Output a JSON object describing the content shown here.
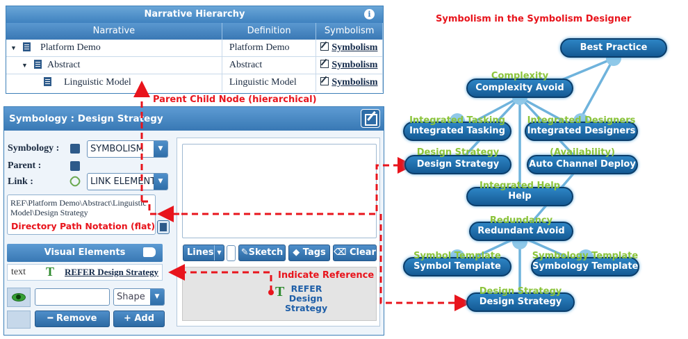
{
  "diagram_title": "Symbolism in the Symbolism Designer",
  "hierarchy": {
    "title": "Narrative Hierarchy",
    "info_icon": "info-icon",
    "columns": [
      "Narrative",
      "Definition",
      "Symbolism"
    ],
    "rows": [
      {
        "narrative": "Platform Demo",
        "definition": "Platform Demo",
        "symbolism": "Symbolism",
        "level": 0
      },
      {
        "narrative": "Abstract",
        "definition": "Abstract",
        "symbolism": "Symbolism",
        "level": 1
      },
      {
        "narrative": "Linguistic Model",
        "definition": "Linguistic Model",
        "symbolism": "Symbolism",
        "level": 2
      }
    ]
  },
  "symbology": {
    "title": "Symbology : Design Strategy",
    "symbology_label": "Symbology :",
    "symbology_value": "SYMBOLISM",
    "parent_label": "Parent :",
    "link_label": "Link :",
    "link_value": "LINK ELEMENT",
    "path_line1": "REF\\Platform Demo\\Abstract\\Linguistic",
    "path_line2": "Model\\Design Strategy"
  },
  "visual_elements": {
    "title": "Visual Elements",
    "row_type": "text",
    "row_icon": "T",
    "row_value": "REFER Design Strategy",
    "shape_placeholder": "Shape",
    "remove_label": "Remove",
    "add_label": "Add"
  },
  "toolbar": {
    "lines_label": "Lines",
    "sketch_label": "Sketch",
    "tags_label": "Tags",
    "clear_label": "Clear"
  },
  "preview": {
    "icon": "T",
    "line1": "REFER",
    "line2": "Design",
    "line3": "Strategy"
  },
  "annotations": {
    "parent_child": "Parent Child Node (hierarchical)",
    "directory_path": "Directory Path Notation (flat)",
    "indicate_reference": "Indicate Reference"
  },
  "graph": {
    "nodes": [
      {
        "id": "best",
        "label": "Best Practice",
        "overlay": ""
      },
      {
        "id": "complexity",
        "label": "Complexity Avoid",
        "overlay": "Complexity"
      },
      {
        "id": "tasking",
        "label": "Integrated Tasking",
        "overlay": "Integrated Tasking"
      },
      {
        "id": "designers",
        "label": "Integrated Designers",
        "overlay": "Integrated Designers"
      },
      {
        "id": "ds1",
        "label": "Design Strategy",
        "overlay": "Design Strategy"
      },
      {
        "id": "acd",
        "label": "Auto Channel Deploy",
        "overlay": "(Availability)"
      },
      {
        "id": "help",
        "label": "Help",
        "overlay": "Integrated Help"
      },
      {
        "id": "redundant",
        "label": "Redundant Avoid",
        "overlay": "Redundancy"
      },
      {
        "id": "symt",
        "label": "Symbol Template",
        "overlay": "Symbol Template"
      },
      {
        "id": "symyt",
        "label": "Symbology Template",
        "overlay": "Symbology Template"
      },
      {
        "id": "ds2",
        "label": "Design Strategy",
        "overlay": "Design Strategy"
      }
    ]
  },
  "colors": {
    "node_fill": "#1f6fae",
    "edge": "#6fb3dc",
    "overlay_text": "#8cc43a",
    "annotation": "#e8141c"
  }
}
